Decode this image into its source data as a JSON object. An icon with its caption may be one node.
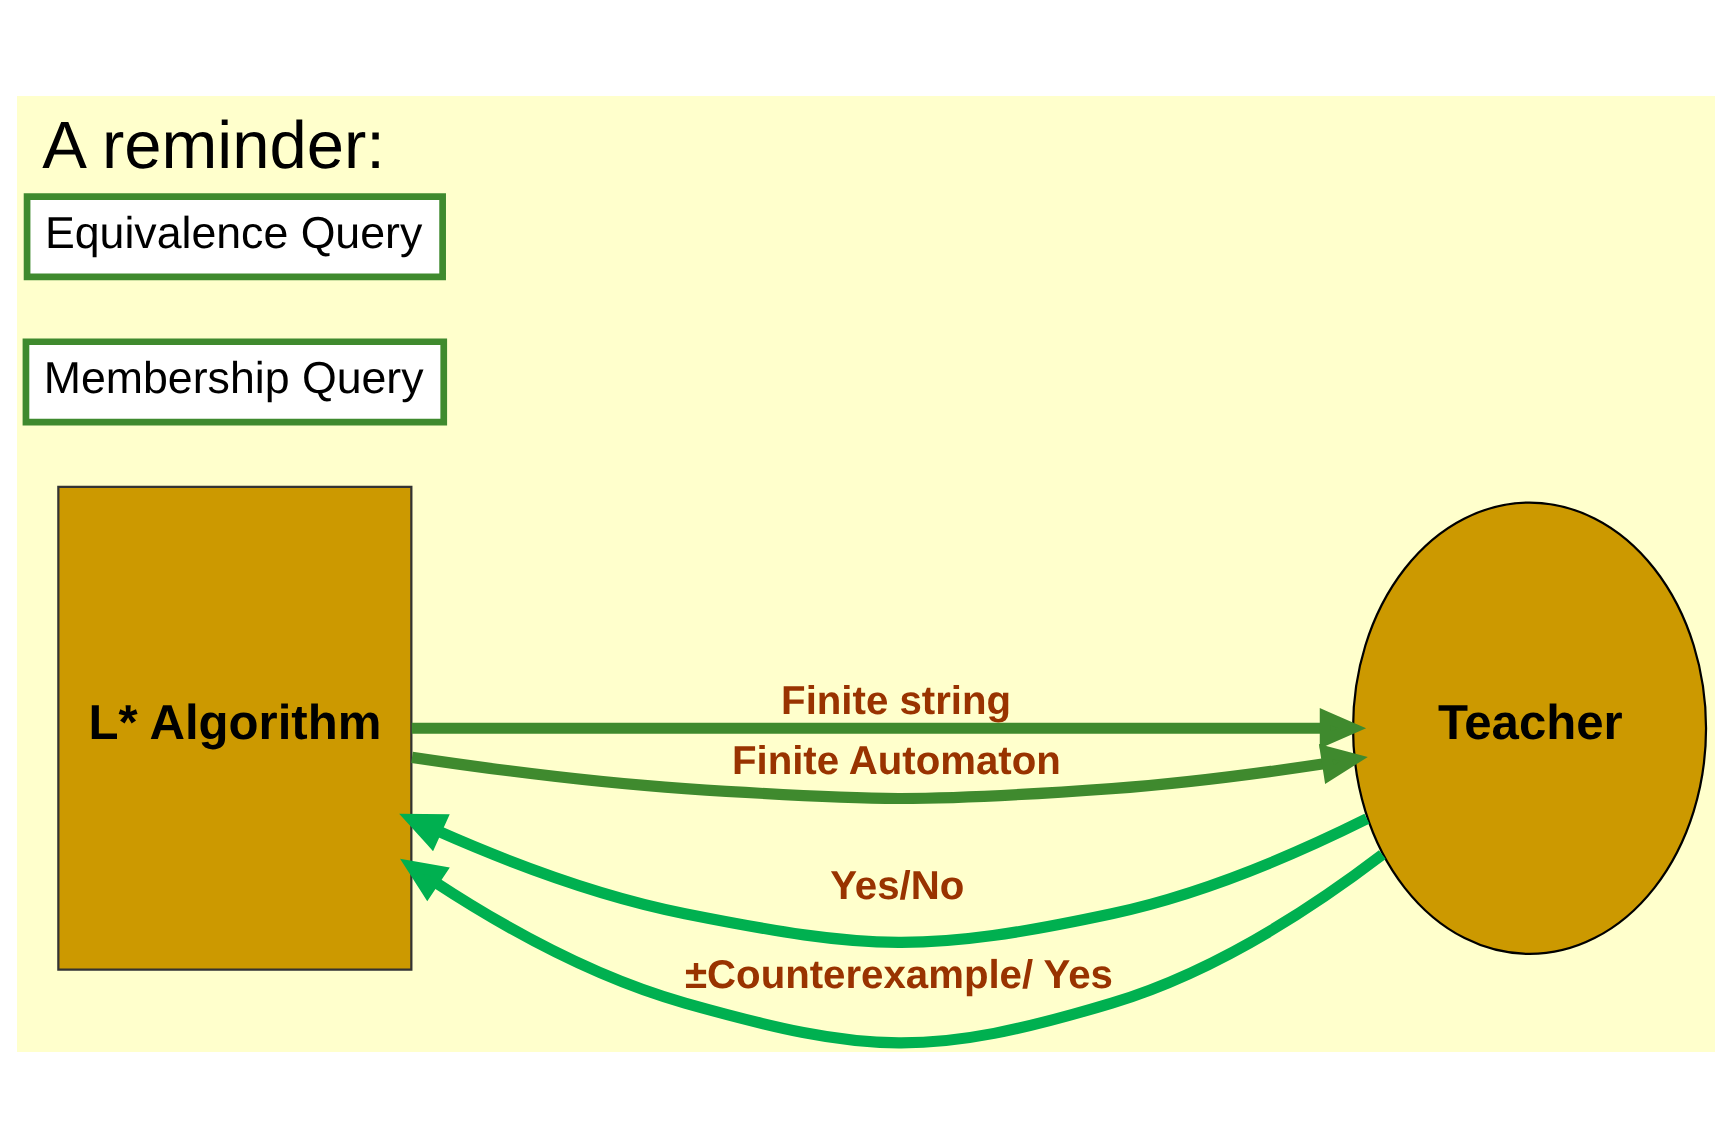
{
  "diagram": {
    "title": "A reminder:",
    "nodes": [
      {
        "text": [
          "L* Algorithm"
        ]
      },
      {
        "text": [
          "Membership Query"
        ]
      },
      {
        "text": [
          "Equivalence Query"
        ]
      },
      {
        "text": [
          "Teacher"
        ]
      }
    ],
    "edges": [
      {
        "from": 0,
        "to": 3,
        "arrow": "to",
        "label": "Finite string",
        "color": "#3f8a2e"
      },
      {
        "from": 3,
        "to": 0,
        "arrow": "to",
        "label": "Yes/No",
        "color": "#00b050"
      },
      {
        "from": 0,
        "to": 3,
        "arrow": "to",
        "label": "Finite Automaton",
        "color": "#3f8a2e"
      },
      {
        "from": 3,
        "to": 0,
        "arrow": "to",
        "label": "±Counterexample/ Yes",
        "color": "#00b050"
      }
    ]
  }
}
